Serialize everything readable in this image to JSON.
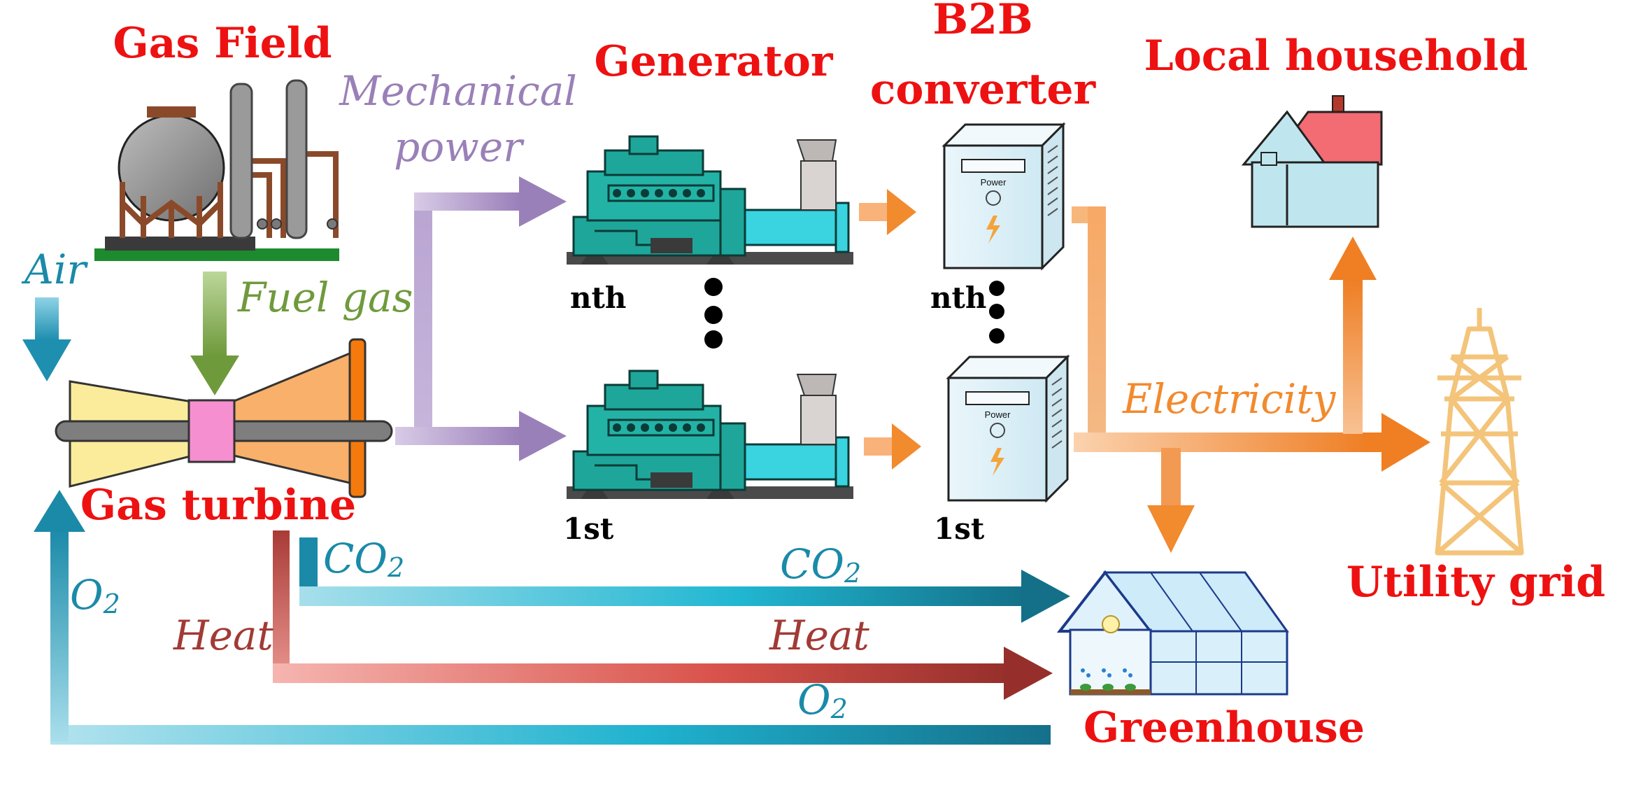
{
  "titles": {
    "gas_field": "Gas Field",
    "generator": "Generator",
    "b2b_line1": "B2B",
    "b2b_line2": "converter",
    "local_household": "Local household",
    "gas_turbine": "Gas turbine",
    "utility_grid": "Utility grid",
    "greenhouse": "Greenhouse"
  },
  "flows": {
    "mech_line1": "Mechanical",
    "mech_line2": "power",
    "air": "Air",
    "fuel_gas": "Fuel gas",
    "electricity": "Electricity",
    "co2_left": "CO",
    "co2_mid": "CO",
    "co2_sub": "2",
    "o2_left": "O",
    "o2_mid": "O",
    "o2_sub": "2",
    "heat_left": "Heat",
    "heat_mid": "Heat"
  },
  "units": {
    "nth": "nth",
    "first": "1st",
    "power_label": "Power"
  },
  "colors": {
    "title_red": "#ee1111",
    "mechanical": "#9a80b8",
    "fuel": "#6f9a3c",
    "air_teal": "#1a8aa8",
    "electricity": "#f28a2e",
    "heat": "#a23a35",
    "generator_teal": "#1fa69a"
  }
}
